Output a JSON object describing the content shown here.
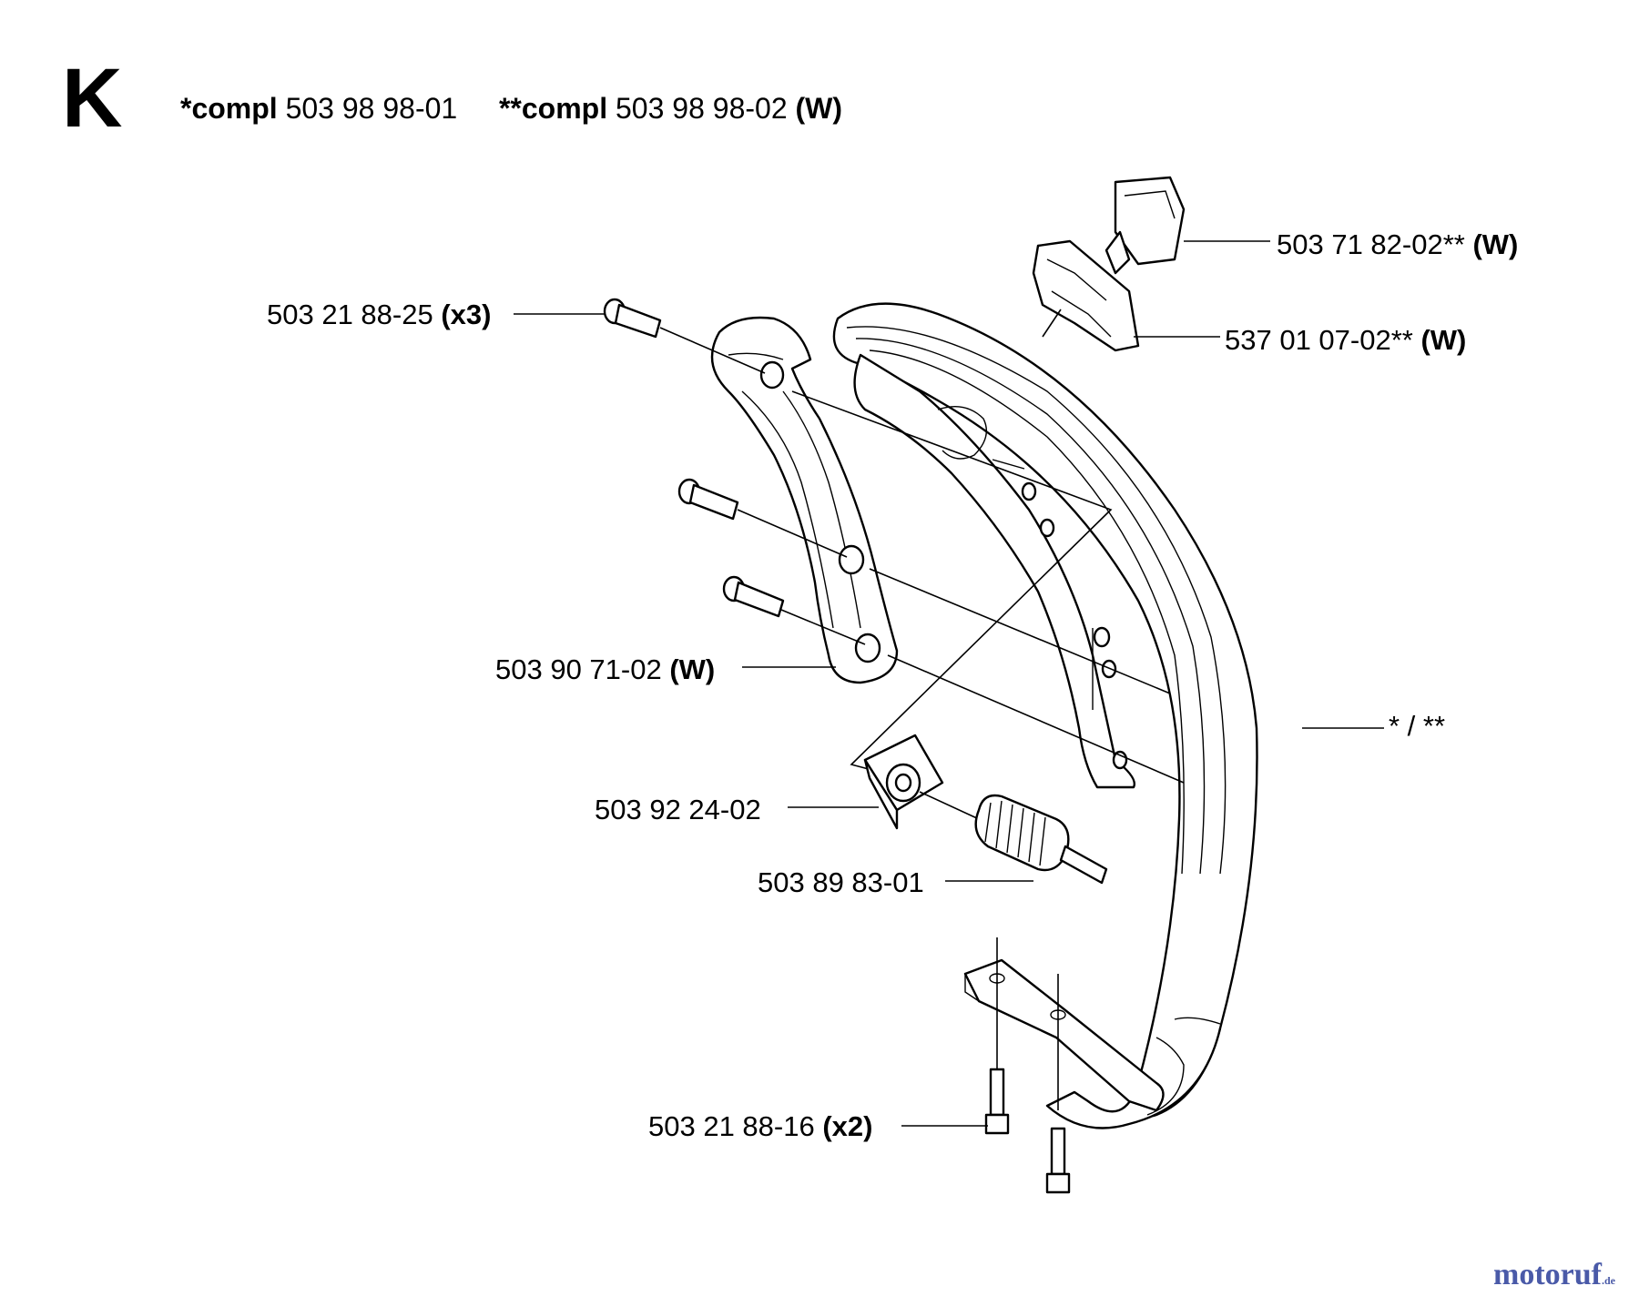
{
  "header": {
    "section_letter": "K",
    "compl_1_prefix": "*compl",
    "compl_1_number": "503 98 98-01",
    "compl_2_prefix": "**compl",
    "compl_2_number": "503 98 98-02",
    "compl_2_suffix": "(W)"
  },
  "parts": [
    {
      "number": "503 71 82-02**",
      "qualifier": "(W)"
    },
    {
      "number": "537 01 07-02**",
      "qualifier": "(W)"
    },
    {
      "number": "503 21 88-25",
      "qualifier": "(x3)"
    },
    {
      "number": "503 90 71-02",
      "qualifier": "(W)"
    },
    {
      "number": "* / **",
      "qualifier": ""
    },
    {
      "number": "503 92 24-02",
      "qualifier": ""
    },
    {
      "number": "503 89 83-01",
      "qualifier": ""
    },
    {
      "number": "503 21 88-16",
      "qualifier": "(x2)"
    }
  ],
  "watermark": {
    "text": "motoruf",
    "suffix": ".de"
  }
}
